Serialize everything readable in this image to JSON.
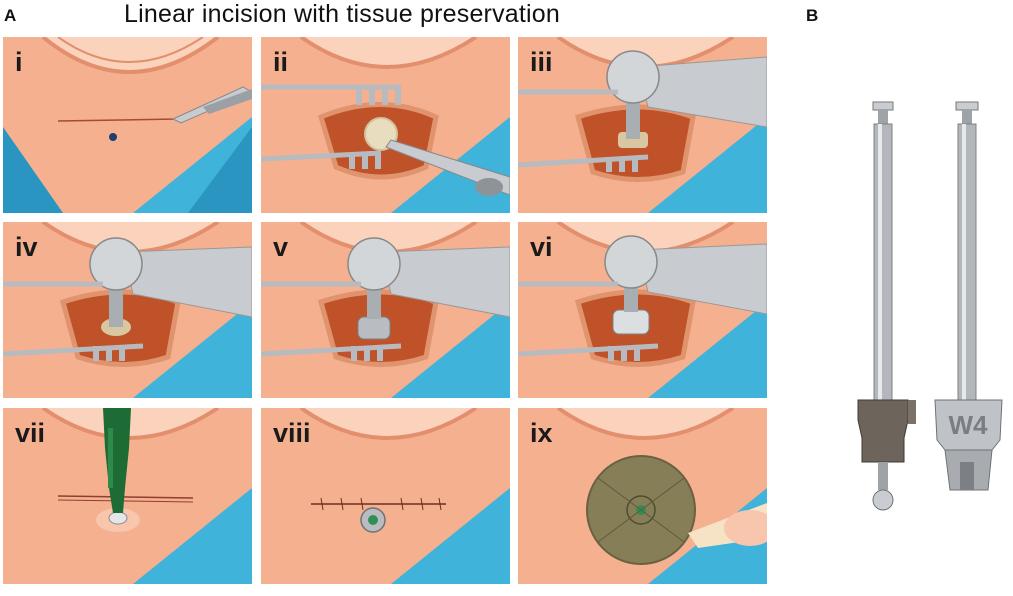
{
  "figure": {
    "panel_a_letter": "A",
    "panel_b_letter": "B",
    "panel_a_title": "Linear incision with tissue preservation"
  },
  "steps": [
    {
      "label": "i"
    },
    {
      "label": "ii"
    },
    {
      "label": "iii"
    },
    {
      "label": "iv"
    },
    {
      "label": "v"
    },
    {
      "label": "vi"
    },
    {
      "label": "vii"
    },
    {
      "label": "viii"
    },
    {
      "label": "ix"
    }
  ],
  "panel_b": {
    "tool_right_engraving": "W4"
  },
  "colors": {
    "skin": "#f4b08f",
    "skin_light": "#fbd2bb",
    "background_blue": "#3fb3d9",
    "wound": "#c0522a",
    "instrument": "#c8cbcf",
    "screwdriver_green": "#1d6b35"
  }
}
